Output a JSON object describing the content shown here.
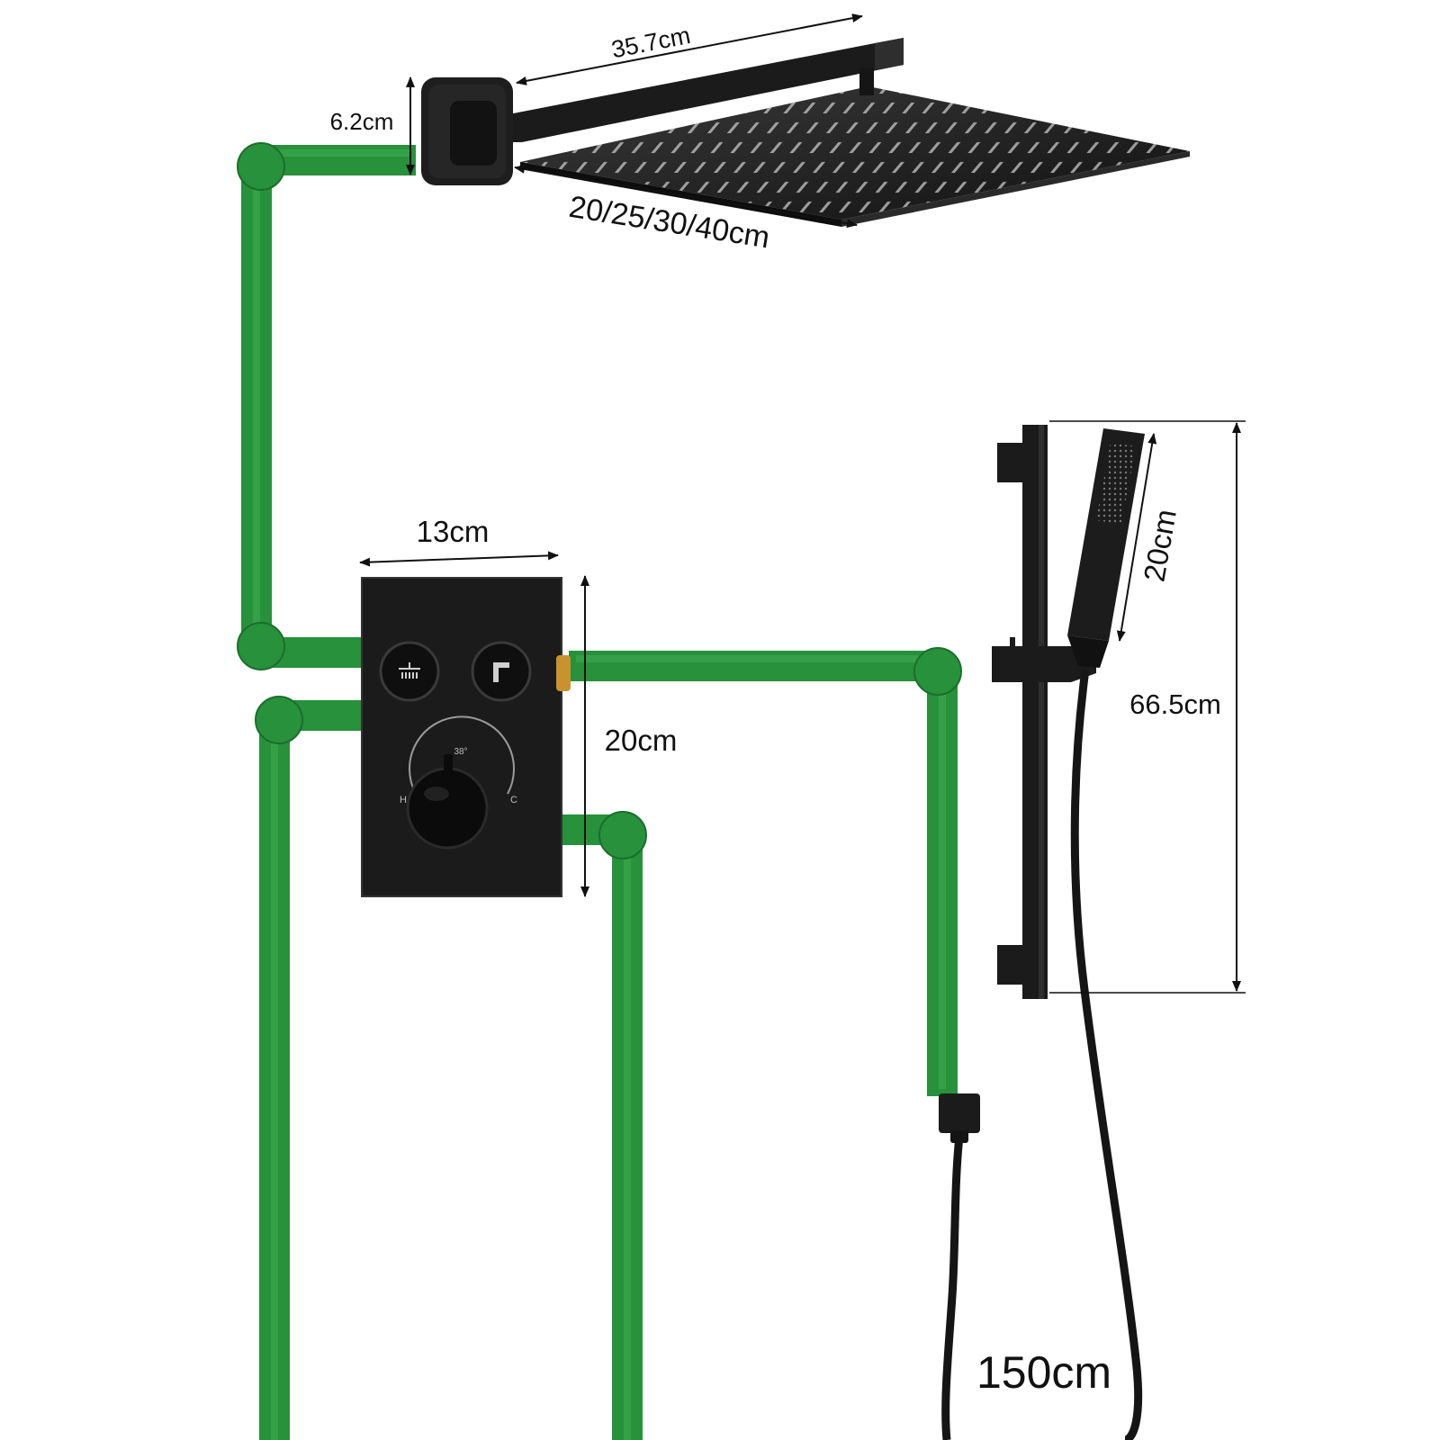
{
  "colors": {
    "pipe": "#27913b",
    "fixture": "#1b1b1b",
    "brass": "#c8932e",
    "dimension": "#111111"
  },
  "dimensions": {
    "arm_length": "35.7cm",
    "wall_flange_height": "6.2cm",
    "shower_head_size": "20/25/30/40cm",
    "panel_width": "13cm",
    "panel_height": "20cm",
    "hand_shower_length": "20cm",
    "slide_bar_length": "66.5cm",
    "hose_length": "150cm"
  },
  "panel": {
    "dial_top": "38°",
    "dial_hot": "H",
    "dial_cold": "C"
  },
  "icons": {
    "button_left": "rain-shower-icon",
    "button_right": "hand-shower-icon"
  }
}
